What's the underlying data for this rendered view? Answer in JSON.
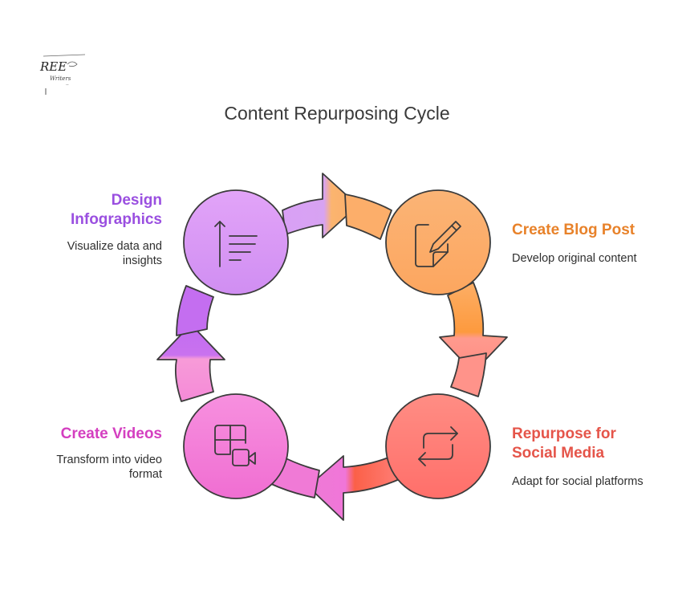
{
  "title": "Content Repurposing Cycle",
  "logo": {
    "name": "REE-logo"
  },
  "steps": [
    {
      "id": "blog",
      "heading": "Create Blog Post",
      "description": "Develop original content",
      "color": "#e8822a",
      "icon": "edit-document-icon"
    },
    {
      "id": "social",
      "heading_line1": "Repurpose for",
      "heading_line2": "Social Media",
      "description": "Adapt for social platforms",
      "color": "#e5554a",
      "icon": "repeat-icon"
    },
    {
      "id": "videos",
      "heading": "Create Videos",
      "description_line1": "Transform into video",
      "description_line2": "format",
      "color": "#d43fc0",
      "icon": "video-layout-icon"
    },
    {
      "id": "infographics",
      "heading_line1": "Design",
      "heading_line2": "Infographics",
      "description_line1": "Visualize data and",
      "description_line2": "insights",
      "color": "#9a4fe0",
      "icon": "text-align-icon"
    }
  ]
}
